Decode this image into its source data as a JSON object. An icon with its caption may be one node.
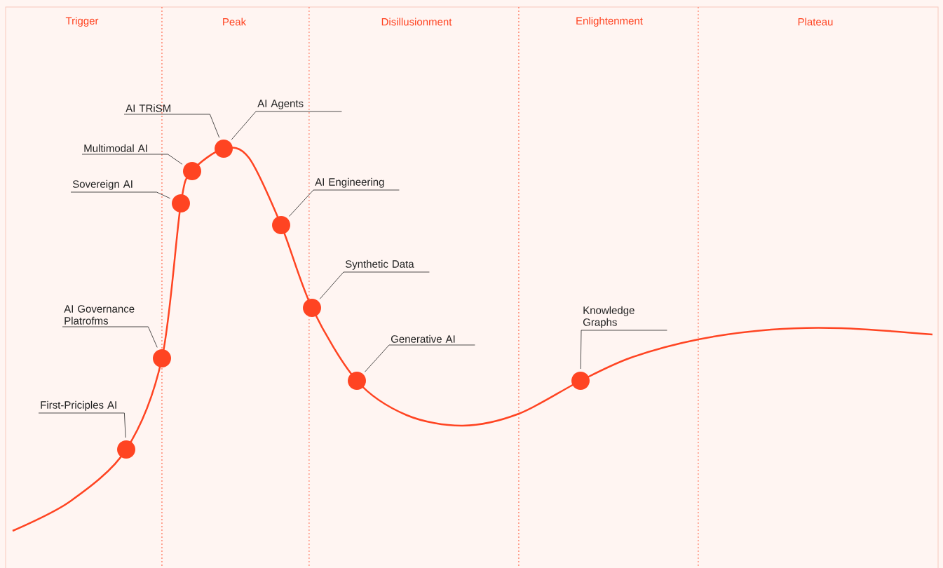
{
  "diagram": {
    "nodes": [
      {
        "text": [
          "AI Agents"
        ]
      },
      {
        "text": [
          "AI TRiSM"
        ]
      },
      {
        "text": [
          "Multimodal AI"
        ]
      },
      {
        "text": [
          "AI Engineering"
        ]
      },
      {
        "text": [
          "Sovereign AI"
        ]
      },
      {
        "text": [
          "Synthetic Data"
        ]
      },
      {
        "text": [
          "AI Governance Platrofms"
        ]
      },
      {
        "text": [
          "Knowledge Graphs"
        ]
      },
      {
        "text": [
          "Generative AI"
        ]
      },
      {
        "text": [
          "First-Priciples AI"
        ]
      },
      {
        "text": [],
        "shape": "circle"
      },
      {
        "text": [],
        "shape": "circle"
      },
      {
        "text": [],
        "shape": "circle"
      },
      {
        "text": [],
        "shape": "circle"
      },
      {
        "text": [],
        "shape": "circle"
      },
      {
        "text": [],
        "shape": "circle"
      },
      {
        "text": [],
        "shape": "circle"
      },
      {
        "text": [],
        "shape": "circle"
      },
      {
        "text": [],
        "shape": "circle"
      }
    ],
    "edges": [
      {
        "from": 0,
        "to": 14,
        "arrow": "none"
      },
      {
        "from": 1,
        "to": 14,
        "arrow": "none"
      },
      {
        "from": 2,
        "to": 13,
        "arrow": "none"
      },
      {
        "from": 3,
        "to": 15,
        "arrow": "none"
      },
      {
        "from": 4,
        "to": 12,
        "arrow": "none"
      },
      {
        "from": 5,
        "to": 16,
        "arrow": "none"
      },
      {
        "from": 6,
        "to": 11,
        "arrow": "none"
      },
      {
        "from": 7,
        "to": 18,
        "arrow": "none"
      },
      {
        "from": 8,
        "to": 17,
        "arrow": "none"
      },
      {
        "from": 9,
        "to": 10,
        "arrow": "none"
      }
    ],
    "labels": [
      "Trigger",
      "Peak",
      "Disillusionment",
      "Enlightenment",
      "Plateau"
    ]
  }
}
